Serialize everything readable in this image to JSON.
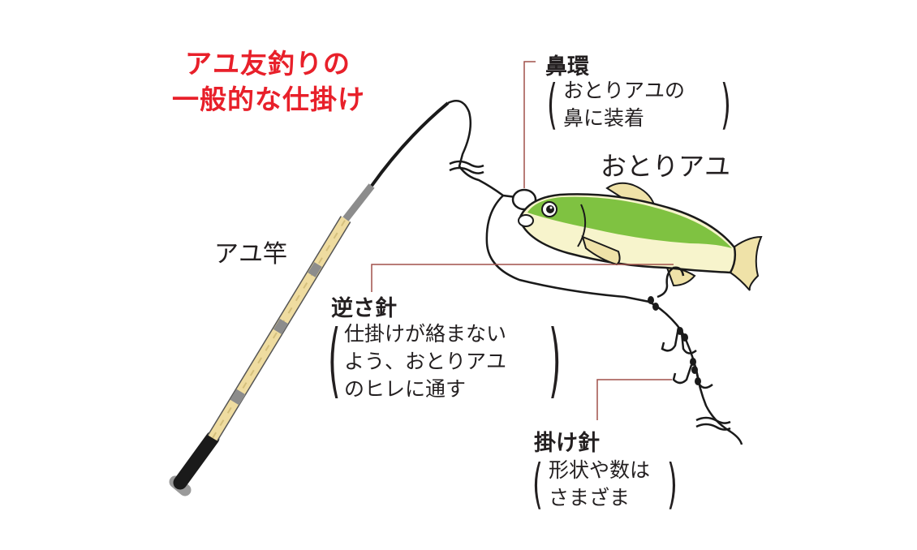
{
  "title": {
    "line1": "アユ友釣りの",
    "line2": "一般的な仕掛け"
  },
  "labels": {
    "rod": "アユ竿",
    "decoy_fish": "おとりアユ"
  },
  "callouts": {
    "nose_ring": {
      "heading": "鼻環",
      "line1": "おとりアユの",
      "line2": "鼻に装着"
    },
    "reverse_hook": {
      "heading": "逆さ針",
      "line1": "仕掛けが絡まない",
      "line2": "よう、おとりアユ",
      "line3": "のヒレに通す"
    },
    "snag_hook": {
      "heading": "掛け針",
      "line1": "形状や数は",
      "line2": "さまざま"
    }
  },
  "colors": {
    "title": "#e8202a",
    "leader": "#a0504a",
    "rod_bamboo": "#efdca0",
    "rod_band": "#8c8c8c",
    "grip": "#1a1a1a",
    "fish_back": "#7fc241",
    "fish_belly": "#f7f4cc",
    "fin": "#efe2a8"
  }
}
